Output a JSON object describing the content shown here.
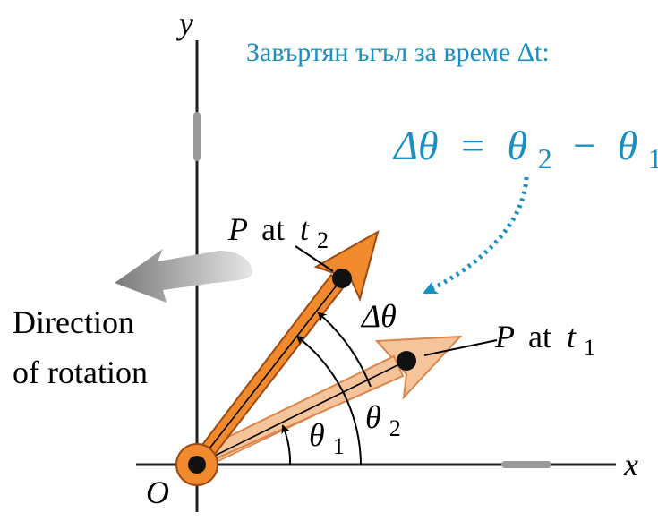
{
  "caption": {
    "heading": "Завъртян ъгъл за време Δt:",
    "equation": {
      "delta_theta": "Δθ",
      "equals": "=",
      "theta2": "θ",
      "sub2": "2",
      "minus": "−",
      "theta1": "θ",
      "sub1": "1"
    },
    "color": "#1a8fc2"
  },
  "axes": {
    "x_label": "x",
    "y_label": "y",
    "origin_label": "O"
  },
  "rotation": {
    "line1": "Direction",
    "line2": "of rotation"
  },
  "vectors": {
    "t2": {
      "P": "P",
      "at": "at",
      "t": "t",
      "sub": "2",
      "color": "#f08a2c"
    },
    "t1": {
      "P": "P",
      "at": "at",
      "t": "t",
      "sub": "1",
      "color": "#f6c49a"
    }
  },
  "angles": {
    "theta1": {
      "symbol": "θ",
      "sub": "1"
    },
    "theta2": {
      "symbol": "θ",
      "sub": "2"
    },
    "delta_theta": "Δθ"
  },
  "icons": {
    "rotation_arrow": "curved-arrow-left-icon",
    "leader_arrow": "dotted-arrow-icon"
  }
}
